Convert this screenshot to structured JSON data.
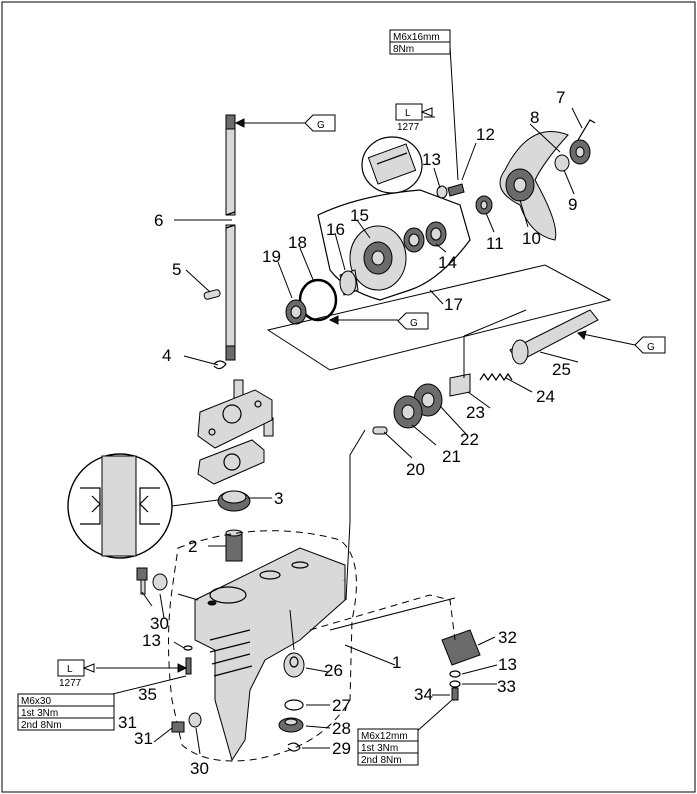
{
  "callouts": [
    {
      "n": "1"
    },
    {
      "n": "2"
    },
    {
      "n": "3"
    },
    {
      "n": "4"
    },
    {
      "n": "5"
    },
    {
      "n": "6"
    },
    {
      "n": "7"
    },
    {
      "n": "8"
    },
    {
      "n": "9"
    },
    {
      "n": "10"
    },
    {
      "n": "11"
    },
    {
      "n": "12"
    },
    {
      "n": "13"
    },
    {
      "n": "14"
    },
    {
      "n": "15"
    },
    {
      "n": "16"
    },
    {
      "n": "17"
    },
    {
      "n": "18"
    },
    {
      "n": "19"
    },
    {
      "n": "20"
    },
    {
      "n": "21"
    },
    {
      "n": "22"
    },
    {
      "n": "23"
    },
    {
      "n": "24"
    },
    {
      "n": "25"
    },
    {
      "n": "26"
    },
    {
      "n": "27"
    },
    {
      "n": "28"
    },
    {
      "n": "29"
    },
    {
      "n": "30"
    },
    {
      "n": "31"
    },
    {
      "n": "32"
    },
    {
      "n": "33"
    },
    {
      "n": "34"
    },
    {
      "n": "35"
    },
    {
      "n": "13"
    },
    {
      "n": "13"
    },
    {
      "n": "30"
    },
    {
      "n": "31"
    }
  ],
  "grease_tags": [
    "G",
    "G",
    "G"
  ],
  "loctite_tags": [
    {
      "letter": "L",
      "code": "1277"
    },
    {
      "letter": "L",
      "code": "1277"
    }
  ],
  "torque_specs": [
    {
      "lines": [
        "M6x16mm",
        "8Nm"
      ]
    },
    {
      "lines": [
        "M6x30",
        "1st 3Nm",
        "2nd 8Nm"
      ]
    },
    {
      "lines": [
        "M6x12mm",
        "1st 3Nm",
        "2nd 8Nm"
      ]
    }
  ]
}
